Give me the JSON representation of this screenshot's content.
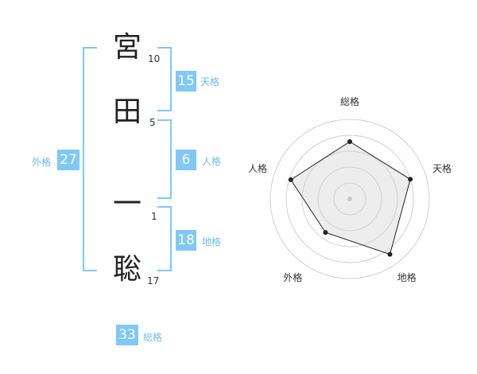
{
  "name": {
    "chars": [
      {
        "char": "宮",
        "strokes": "10"
      },
      {
        "char": "田",
        "strokes": "5"
      },
      {
        "char": "一",
        "strokes": "1"
      },
      {
        "char": "聡",
        "strokes": "17"
      }
    ]
  },
  "kaku": {
    "tenkaku": {
      "value": "15",
      "label": "天格"
    },
    "jinkaku": {
      "value": "6",
      "label": "人格"
    },
    "chikaku": {
      "value": "18",
      "label": "地格"
    },
    "gaikaku": {
      "value": "27",
      "label": "外格"
    },
    "soukaku": {
      "value": "33",
      "label": "総格"
    }
  },
  "colors": {
    "accent": "#80c8f8",
    "badge": "#80c8f8",
    "label": "#6fbcef"
  },
  "chart_data": {
    "type": "radar",
    "axes": [
      "総格",
      "天格",
      "地格",
      "外格",
      "人格"
    ],
    "values": [
      3.6,
      4.0,
      4.3,
      2.6,
      3.9
    ],
    "range": [
      0,
      5
    ],
    "rings": [
      1,
      2,
      3,
      4,
      5
    ],
    "grid": true
  }
}
